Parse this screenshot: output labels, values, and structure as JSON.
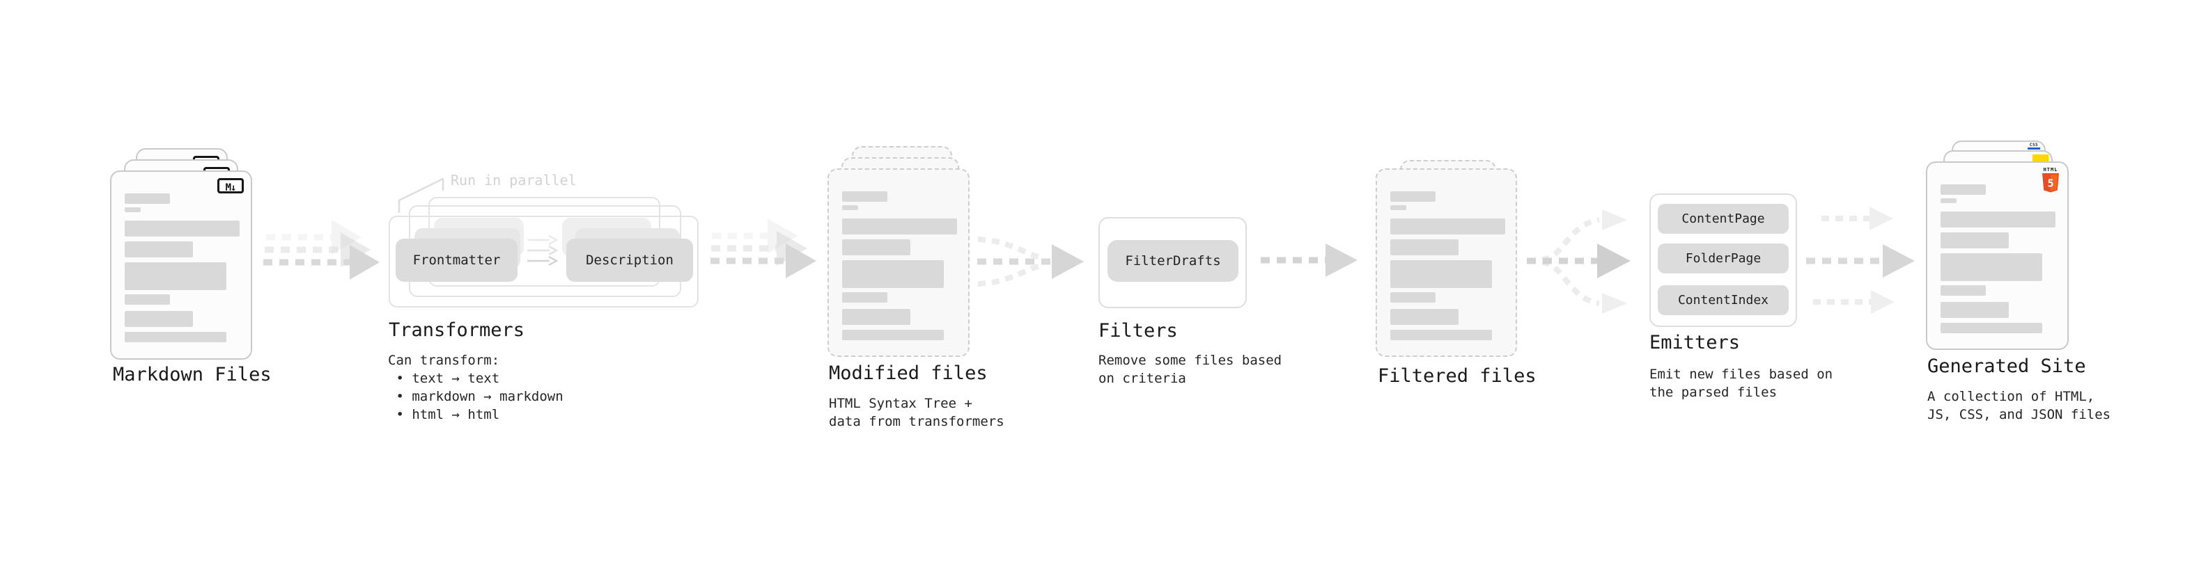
{
  "pipeline": {
    "markdown_files": {
      "title": "Markdown Files"
    },
    "transformers": {
      "title": "Transformers",
      "annotation": "Run in parallel",
      "boxes": {
        "frontmatter": "Frontmatter",
        "description": "Description"
      },
      "notes": "Can transform:\n • text → text\n • markdown → markdown\n • html → html"
    },
    "modified_files": {
      "title": "Modified files",
      "notes": "HTML Syntax Tree +\ndata from transformers"
    },
    "filters": {
      "title": "Filters",
      "boxes": {
        "filter_drafts": "FilterDrafts"
      },
      "notes": "Remove some files based\non criteria"
    },
    "filtered_files": {
      "title": "Filtered files"
    },
    "emitters": {
      "title": "Emitters",
      "boxes": {
        "content_page": "ContentPage",
        "folder_page": "FolderPage",
        "content_index": "ContentIndex"
      },
      "notes": "Emit new files based on\nthe parsed files"
    },
    "generated_site": {
      "title": "Generated Site",
      "notes": "A collection of HTML,\nJS, CSS, and JSON files"
    }
  },
  "icons": {
    "markdown_badge": "M↓",
    "html5_label": "HTML",
    "html5_number": "5",
    "css_badge": "CSS"
  },
  "colors": {
    "html5_orange": "#e44d26",
    "html5_orange_light": "#f16529",
    "js_yellow": "#ffd600",
    "css_blue": "#2160d4",
    "box_gray": "#dcdcdc",
    "text_dark": "#1a1a1a",
    "dash_gray": "#d9d9d9"
  }
}
